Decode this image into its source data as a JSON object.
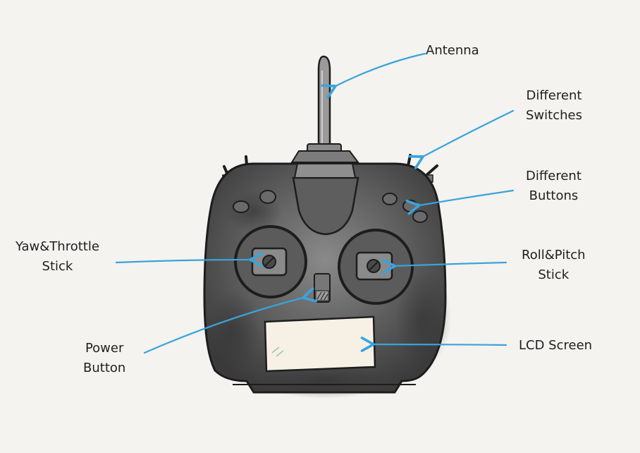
{
  "diagram": {
    "labels": {
      "antenna": {
        "lines": [
          "Antenna"
        ]
      },
      "switches": {
        "lines": [
          "Different",
          "Switches"
        ]
      },
      "buttons": {
        "lines": [
          "Different",
          "Buttons"
        ]
      },
      "yaw_throttle": {
        "lines": [
          "Yaw&Throttle",
          "Stick"
        ]
      },
      "roll_pitch": {
        "lines": [
          "Roll&Pitch",
          "Stick"
        ]
      },
      "power": {
        "lines": [
          "Power",
          "Button"
        ]
      },
      "lcd": {
        "lines": [
          "LCD Screen"
        ]
      }
    },
    "colors": {
      "arrow": "#3aa3dc",
      "body_dark": "#3a3a3a",
      "body_mid": "#6b6b6b",
      "outline": "#1d1d1d",
      "screen": "#f6f1e4",
      "background": "#f4f3ef"
    }
  }
}
